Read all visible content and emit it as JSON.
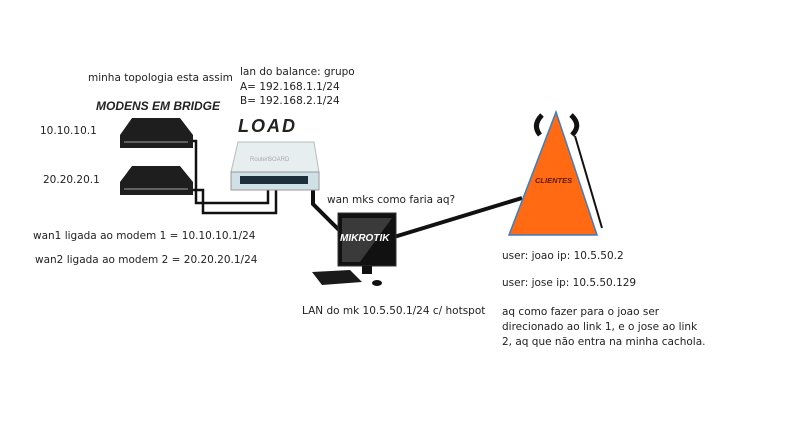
{
  "caption": "minha topologia esta assim",
  "balance_lan": {
    "title": "lan do balance: grupo",
    "group_a": "A= 192.168.1.1/24",
    "group_b": "B= 192.168.2.1/24"
  },
  "modems": {
    "heading": "MODENS EM BRIDGE",
    "modem1_ip": "10.10.10.1",
    "modem2_ip": "20.20.20.1"
  },
  "load_balancer": {
    "label": "LOAD"
  },
  "wan": {
    "wan1": "wan1 ligada ao modem 1 = 10.10.10.1/24",
    "wan2": "wan2 ligada ao modem 2 = 20.20.20.1/24",
    "question": "wan mks como faria aq?"
  },
  "mikrotik": {
    "label": "MIKROTIK",
    "lan": "LAN do mk 10.5.50.1/24 c/ hotspot"
  },
  "clients": {
    "label": "CLIENTES",
    "color": "#ff6a13",
    "user1": "user: joao ip: 10.5.50.2",
    "user2": "user: jose ip: 10.5.50.129",
    "question_lines": [
      "aq como fazer para o joao ser",
      "direcionado ao link 1, e o jose ao link",
      "2, aq que não entra na minha cachola."
    ]
  }
}
